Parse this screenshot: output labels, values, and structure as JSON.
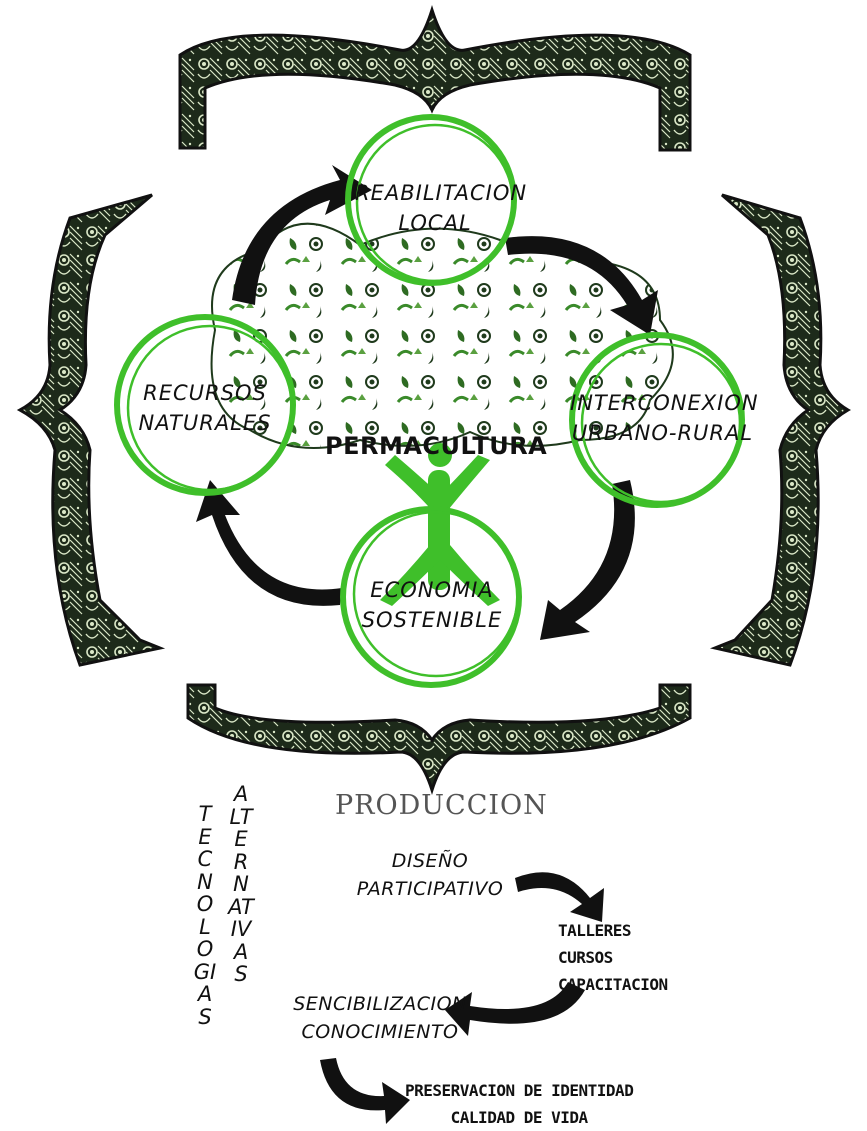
{
  "center_title": "PERMACULTURA",
  "circles": {
    "top": "REABILITACION LOCAL",
    "left": "RECURSOS NATURALES",
    "right": "INTERCONEXION URBANO-RURAL",
    "bottom": "ECONOMIA SOSTENIBLE"
  },
  "production_title": "PRODUCCION",
  "side_words": {
    "left": "TECNOLOGIAS",
    "right": "ALTERNATIVAS"
  },
  "flow": {
    "design": "DISEÑO PARTICIPATIVO",
    "workshops": [
      "TALLERES",
      "CURSOS",
      "CAPACITACION"
    ],
    "awareness": [
      "SENCIBILIZACION",
      "CONOCIMIENTO"
    ],
    "outcome": [
      "PRESERVACION DE IDENTIDAD",
      "CALIDAD DE VIDA"
    ]
  },
  "colors": {
    "green": "#3fbf2a",
    "dark_green": "#1f3a1c",
    "black": "#111111",
    "pale": "#dbe8c8"
  }
}
